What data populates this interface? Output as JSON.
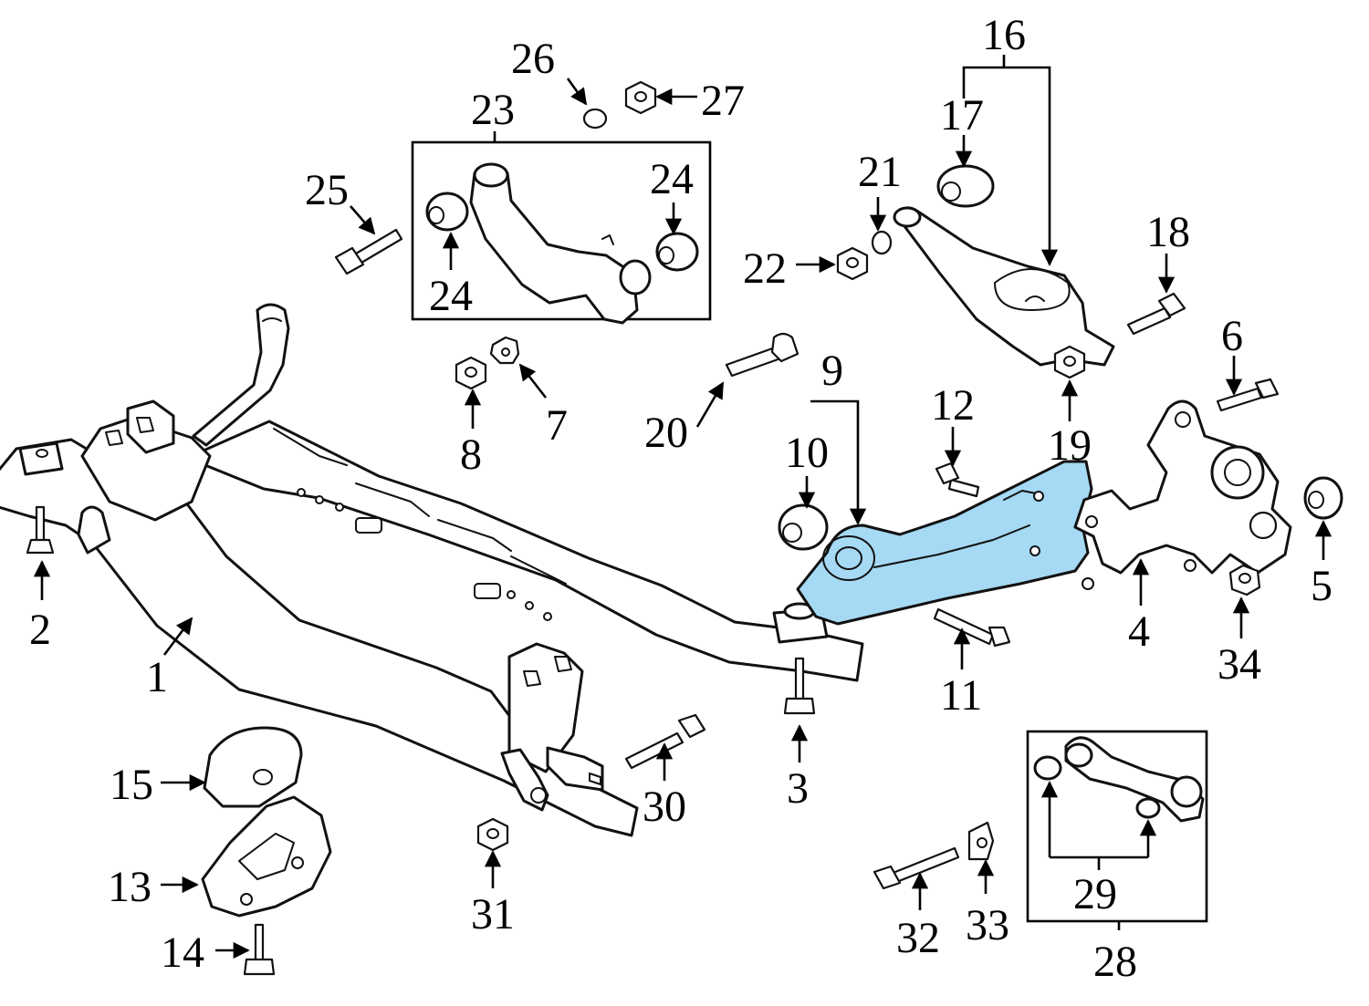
{
  "colors": {
    "line": "#111111",
    "highlight_fill": "#a6d9f3",
    "highlight_stroke": "#111111",
    "background": "#ffffff"
  },
  "highlighted_part": "9",
  "callouts": {
    "c1": "1",
    "c2": "2",
    "c3": "3",
    "c4": "4",
    "c5": "5",
    "c6": "6",
    "c7": "7",
    "c8": "8",
    "c9": "9",
    "c10": "10",
    "c11": "11",
    "c12": "12",
    "c13": "13",
    "c14": "14",
    "c15": "15",
    "c16": "16",
    "c17": "17",
    "c18": "18",
    "c19": "19",
    "c20": "20",
    "c21": "21",
    "c22": "22",
    "c23": "23",
    "c24a": "24",
    "c24b": "24",
    "c25": "25",
    "c26": "26",
    "c27": "27",
    "c28": "28",
    "c29": "29",
    "c30": "30",
    "c31": "31",
    "c32": "32",
    "c33": "33",
    "c34": "34"
  }
}
